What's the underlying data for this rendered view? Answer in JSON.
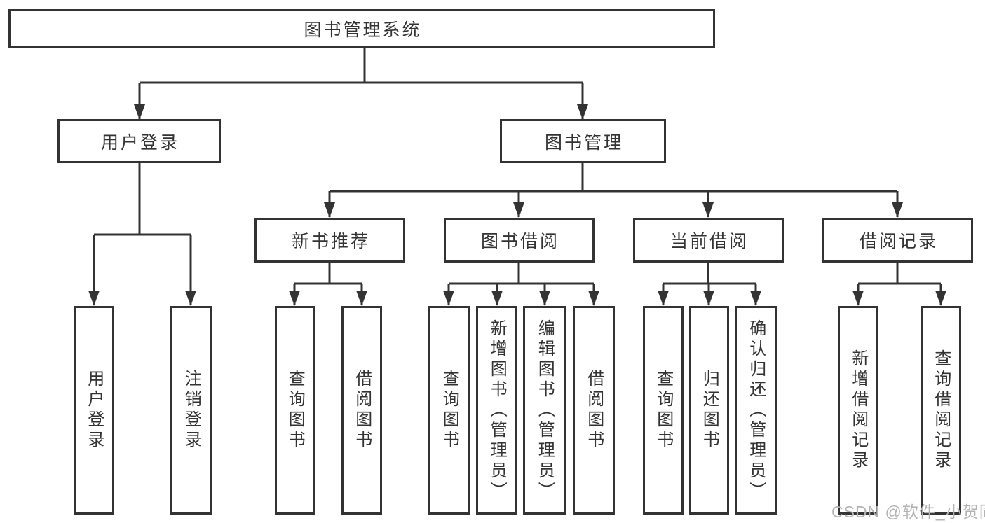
{
  "diagram_type": "functional-structure-tree",
  "colors": {
    "line": "#333333",
    "text": "#333333",
    "watermark": "#b3b3b3",
    "background": "#ffffff"
  },
  "watermark": "CSDN @软件_小贺同学",
  "tree": {
    "root": {
      "label": "图书管理系统",
      "children": [
        {
          "label": "用户登录",
          "children": [
            {
              "label": "用户登录"
            },
            {
              "label": "注销登录"
            }
          ]
        },
        {
          "label": "图书管理",
          "children": [
            {
              "label": "新书推荐",
              "children": [
                {
                  "label": "查询图书"
                },
                {
                  "label": "借阅图书"
                }
              ]
            },
            {
              "label": "图书借阅",
              "children": [
                {
                  "label": "查询图书"
                },
                {
                  "label": "新增图书（管理员）"
                },
                {
                  "label": "编辑图书（管理员）"
                },
                {
                  "label": "借阅图书"
                }
              ]
            },
            {
              "label": "当前借阅",
              "children": [
                {
                  "label": "查询图书"
                },
                {
                  "label": "归还图书"
                },
                {
                  "label": "确认归还（管理员）"
                }
              ]
            },
            {
              "label": "借阅记录",
              "children": [
                {
                  "label": "新增借阅记录"
                },
                {
                  "label": "查询借阅记录"
                }
              ]
            }
          ]
        }
      ]
    }
  }
}
